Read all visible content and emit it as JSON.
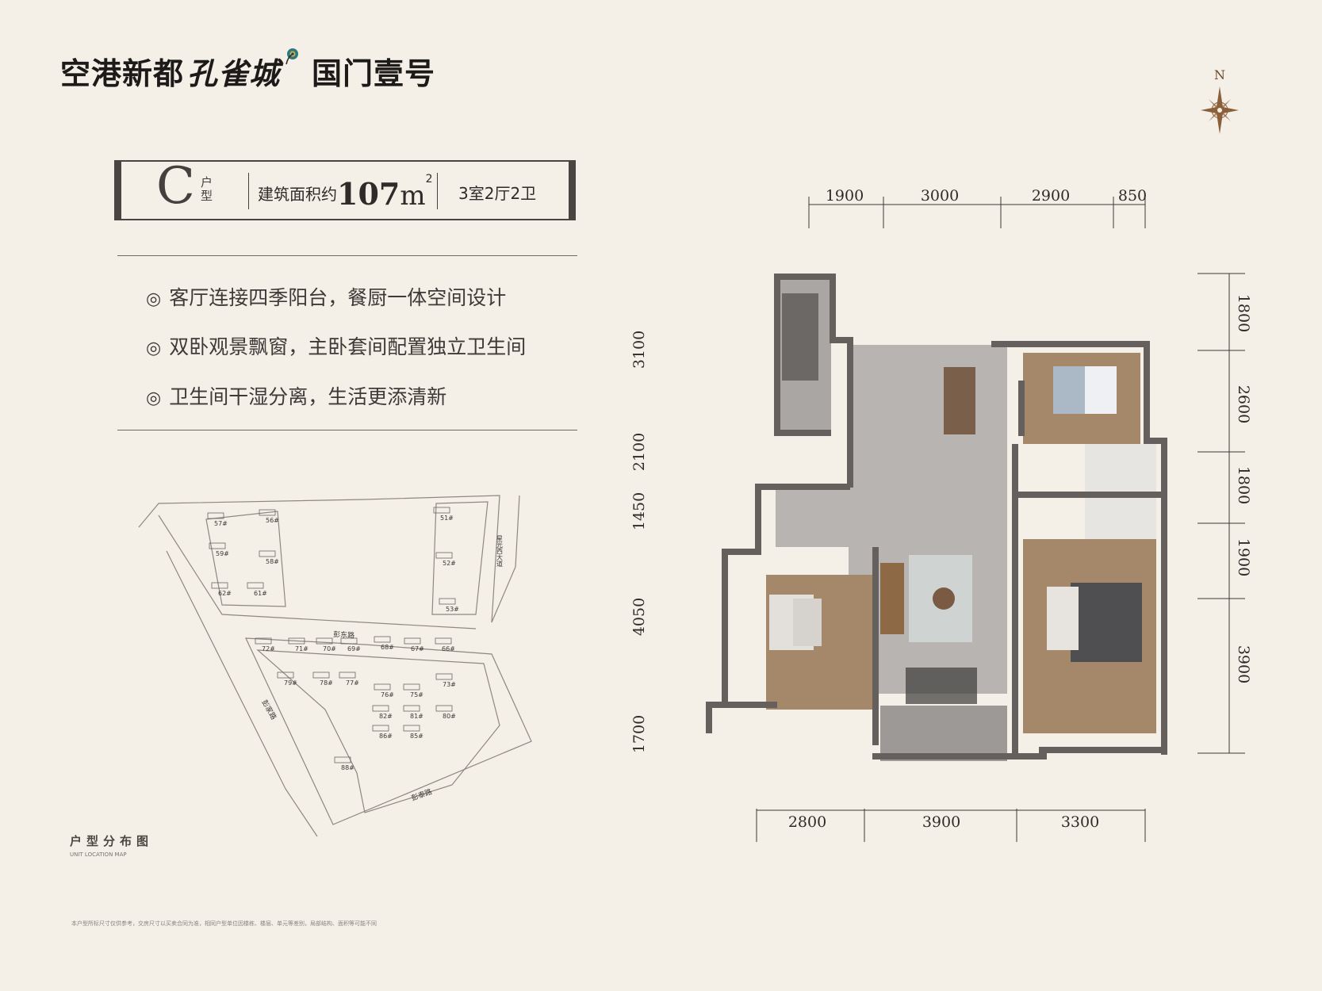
{
  "brand": {
    "name1": "空港新都",
    "name2": "孔雀城",
    "name3": "国门壹号"
  },
  "compass": {
    "label": "N"
  },
  "unit": {
    "type_letter": "C",
    "type_label": "户型",
    "area_prefix": "建筑面积约",
    "area_value": "107",
    "area_unit": "m",
    "area_sup": "2",
    "layout": "3室2厅2卫"
  },
  "features": [
    {
      "mark": "◎",
      "text": "客厅连接四季阳台，餐厨一体空间设计"
    },
    {
      "mark": "◎",
      "text": "双卧观景飘窗，主卧套间配置独立卫生间"
    },
    {
      "mark": "◎",
      "text": "卫生间干湿分离，生活更添清新"
    }
  ],
  "dims": {
    "top": [
      "1900",
      "3000",
      "2900",
      "850"
    ],
    "bottom": [
      "2800",
      "3900",
      "3300"
    ],
    "left": [
      "3100",
      "2100",
      "1450",
      "4050",
      "1700"
    ],
    "right": [
      "1800",
      "2600",
      "1800",
      "1900",
      "3900"
    ]
  },
  "site": {
    "buildings": [
      "57#",
      "56#",
      "51#",
      "59#",
      "58#",
      "52#",
      "62#",
      "61#",
      "53#",
      "72#",
      "71#",
      "70#",
      "69#",
      "68#",
      "67#",
      "66#",
      "79#",
      "78#",
      "77#",
      "76#",
      "75#",
      "73#",
      "82#",
      "81#",
      "80#",
      "86#",
      "85#",
      "88#"
    ],
    "roads": [
      "彭东路",
      "星光西大道",
      "彭家路",
      "彭泰路"
    ]
  },
  "location": {
    "label": "户型分布图",
    "en": "UNIT LOCATION MAP"
  },
  "disclaimer": "本户型所标尺寸仅供参考，交房尺寸以买卖合同为准，相同户型单位因楼栋、楼层、单元等差别，局部结构、面积等可能不同"
}
